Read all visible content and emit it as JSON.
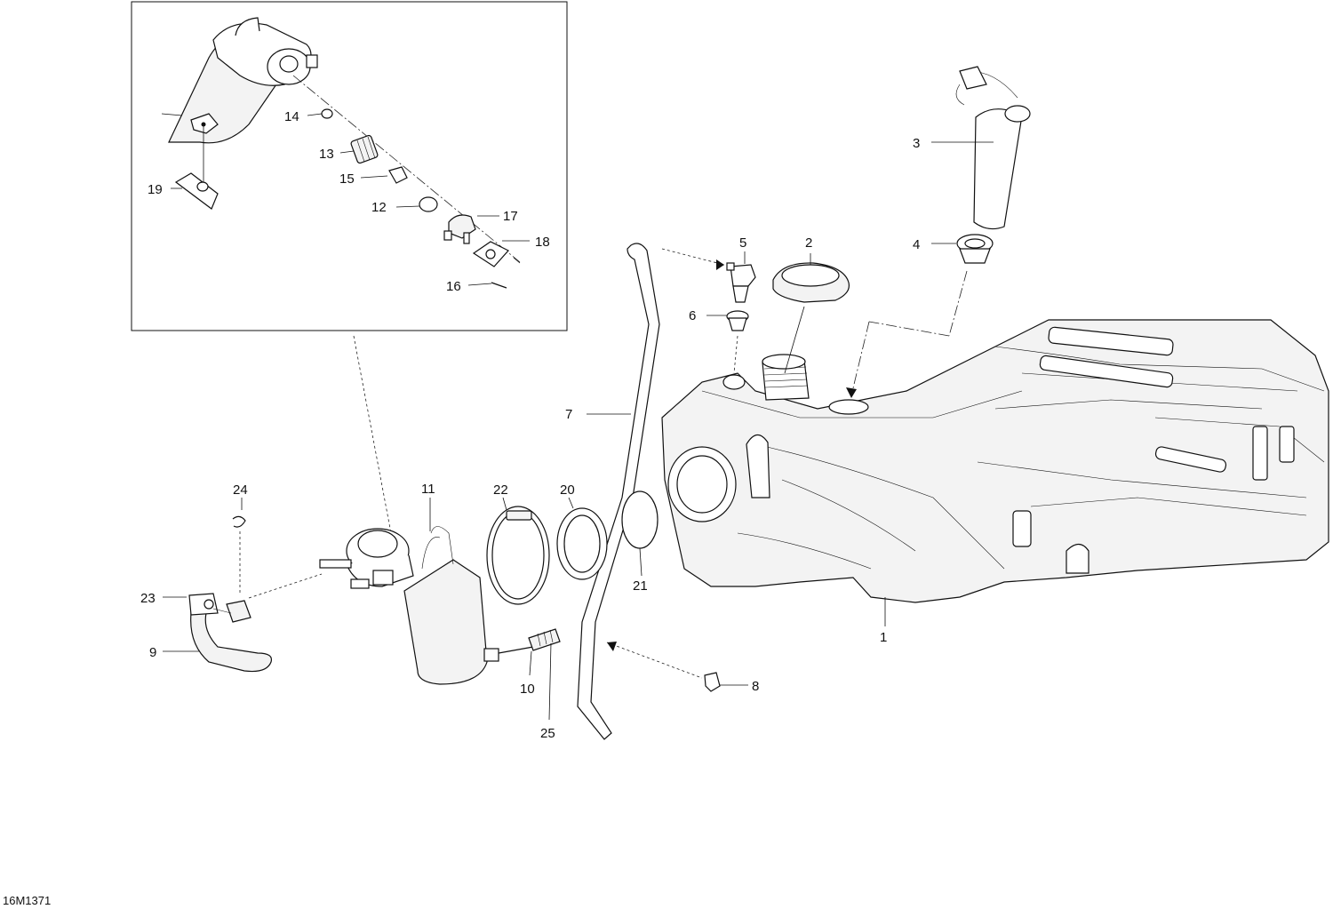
{
  "drawing_code": "16M1371",
  "callouts": [
    {
      "id": "1",
      "text": "1"
    },
    {
      "id": "2",
      "text": "2"
    },
    {
      "id": "3",
      "text": "3"
    },
    {
      "id": "4",
      "text": "4"
    },
    {
      "id": "5",
      "text": "5"
    },
    {
      "id": "6",
      "text": "6"
    },
    {
      "id": "7",
      "text": "7"
    },
    {
      "id": "8",
      "text": "8"
    },
    {
      "id": "9",
      "text": "9"
    },
    {
      "id": "10",
      "text": "10"
    },
    {
      "id": "11",
      "text": "11"
    },
    {
      "id": "12",
      "text": "12"
    },
    {
      "id": "13",
      "text": "13"
    },
    {
      "id": "14",
      "text": "14"
    },
    {
      "id": "15",
      "text": "15"
    },
    {
      "id": "16",
      "text": "16"
    },
    {
      "id": "17",
      "text": "17"
    },
    {
      "id": "18",
      "text": "18"
    },
    {
      "id": "19",
      "text": "19"
    },
    {
      "id": "20",
      "text": "20"
    },
    {
      "id": "21",
      "text": "21"
    },
    {
      "id": "22",
      "text": "22"
    },
    {
      "id": "23",
      "text": "23"
    },
    {
      "id": "24",
      "text": "24"
    },
    {
      "id": "25",
      "text": "25"
    }
  ]
}
